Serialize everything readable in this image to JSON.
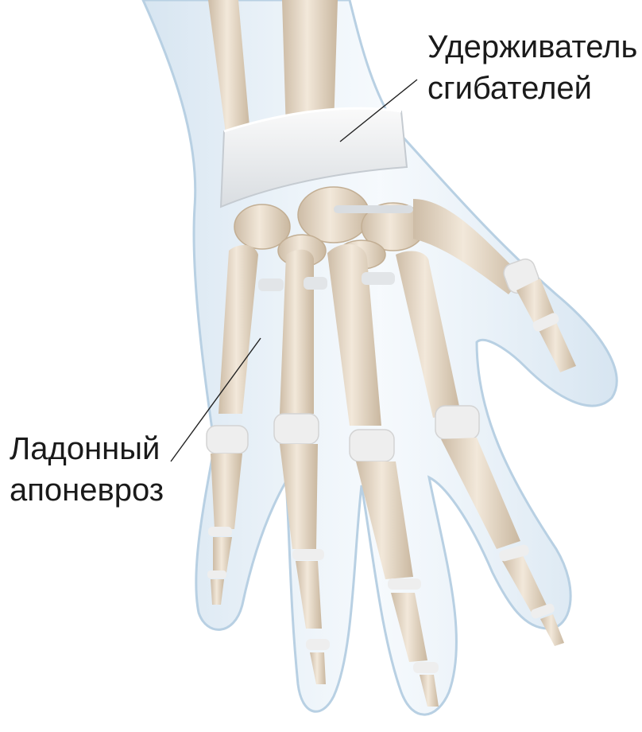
{
  "labels": {
    "flexor_retinaculum": {
      "line1": "Удерживатель",
      "line2": "сгибателей"
    },
    "palmar_aponeurosis": {
      "line1": "Ладонный",
      "line2": "апоневроз"
    }
  },
  "colors": {
    "background": "#ffffff",
    "skin": "#d6e6f2",
    "skin_edge": "#b8d0e3",
    "bone": "#e9dccb",
    "bone_shade": "#cdbca6",
    "cartilage": "#f1f1f1",
    "leader_line": "#222222",
    "label_text": "#1a1a1a"
  }
}
